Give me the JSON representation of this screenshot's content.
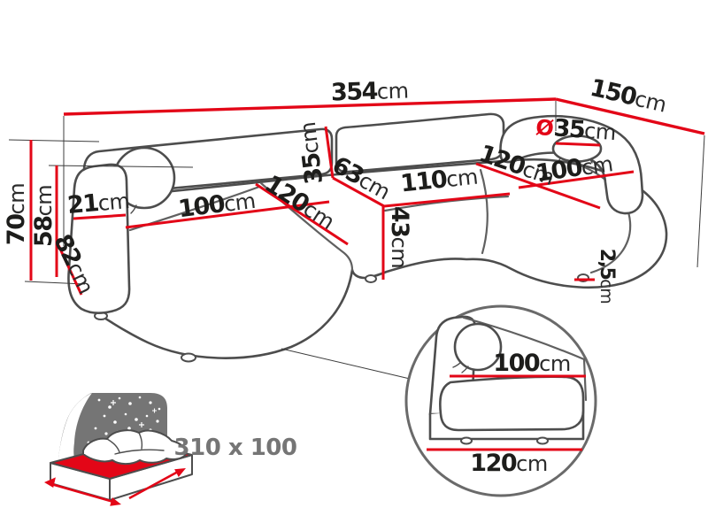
{
  "sofa_diagram": {
    "type": "corner-sofa-dimension-drawing",
    "colors": {
      "dimension_line": "#e30617",
      "sofa_outline": "#4d4d4d",
      "label_text": "#1d1d1b",
      "icon_gray": "#757575"
    },
    "dimensions": {
      "total_width": {
        "value": "354",
        "unit": "cm"
      },
      "total_depth": {
        "value": "150",
        "unit": "cm"
      },
      "back_height": {
        "value": "70",
        "unit": "cm"
      },
      "armrest_height": {
        "value": "58",
        "unit": "cm"
      },
      "armrest_width": {
        "value": "21",
        "unit": "cm"
      },
      "armrest_depth": {
        "value": "82",
        "unit": "cm"
      },
      "left_seat_width": {
        "value": "100",
        "unit": "cm"
      },
      "left_seat_depth": {
        "value": "120",
        "unit": "cm"
      },
      "back_cushion_height": {
        "value": "35",
        "unit": "cm"
      },
      "corner_seat_width": {
        "value": "63",
        "unit": "cm"
      },
      "middle_seat_width": {
        "value": "110",
        "unit": "cm"
      },
      "seat_height": {
        "value": "43",
        "unit": "cm"
      },
      "chaise_length": {
        "value": "120",
        "unit": "cm"
      },
      "chaise_width": {
        "value": "100",
        "unit": "cm"
      },
      "pillow_diameter": {
        "prefix": "Ø",
        "value": "35",
        "unit": "cm"
      },
      "leg_height": {
        "value": "2,5",
        "unit": "cm"
      }
    },
    "inset": {
      "seat_width": {
        "value": "100",
        "unit": "cm"
      },
      "base_width": {
        "value": "120",
        "unit": "cm"
      }
    },
    "sleeping_area": {
      "size": "310 x 100"
    }
  }
}
